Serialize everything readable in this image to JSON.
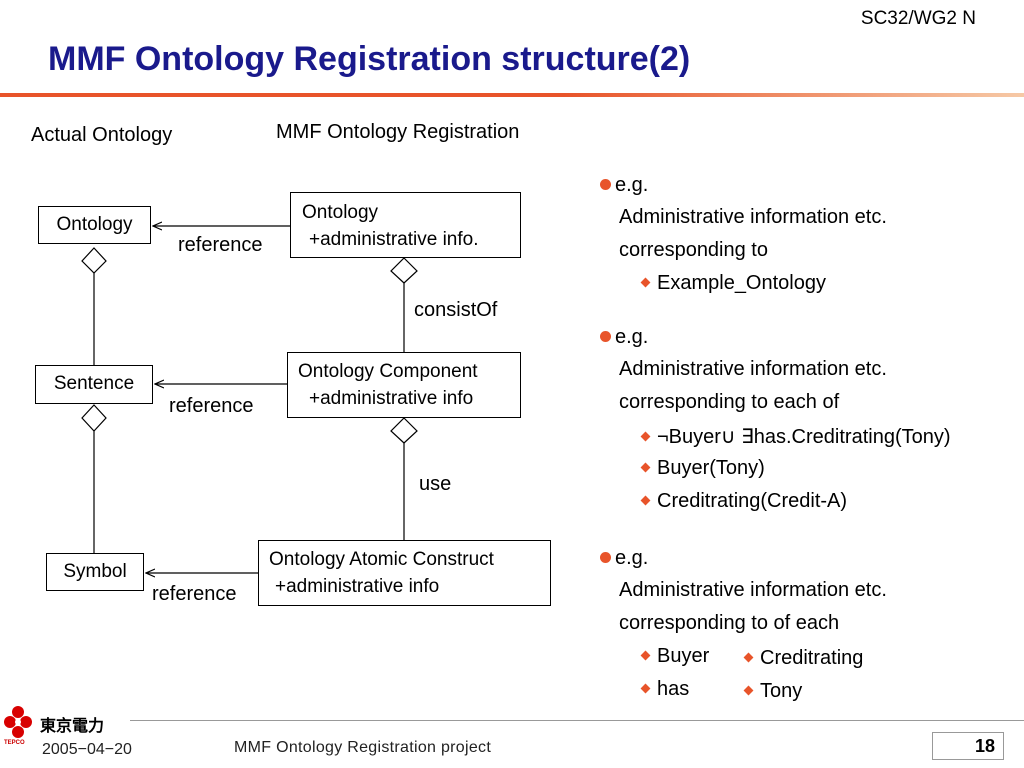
{
  "header": {
    "doc_id": "SC32/WG2 N",
    "title": "MMF Ontology Registration structure(2)"
  },
  "diagram": {
    "left_heading": "Actual Ontology",
    "right_heading": "MMF Ontology Registration",
    "actual": {
      "ontology": "Ontology",
      "sentence": "Sentence",
      "symbol": "Symbol"
    },
    "mmf": {
      "ontology_line1": "Ontology",
      "ontology_line2": "+administrative info.",
      "component_line1": "Ontology Component",
      "component_line2": "+administrative info",
      "atomic_line1": "Ontology Atomic Construct",
      "atomic_line2": "+administrative info"
    },
    "edges": {
      "reference_1": "reference",
      "reference_2": "reference",
      "reference_3": "reference",
      "consist_of": "consistOf",
      "use": "use"
    }
  },
  "notes": [
    {
      "eg": "e.g.",
      "line1": "Administrative information etc.",
      "line2": "corresponding to",
      "items": [
        "Example_Ontology"
      ]
    },
    {
      "eg": "e.g.",
      "line1": "Administrative information etc.",
      "line2": "corresponding to each of",
      "items": [
        "¬Buyer∪ ∃has.Creditrating(Tony)",
        "Buyer(Tony)",
        "Creditrating(Credit-A)"
      ]
    },
    {
      "eg": "e.g.",
      "line1": "Administrative information etc.",
      "line2": "corresponding to of each",
      "items_left": [
        "Buyer",
        "has"
      ],
      "items_right": [
        "Creditrating",
        "Tony"
      ]
    }
  ],
  "footer": {
    "logo_text": "東京電力",
    "logo_sub": "TEPCO",
    "date": "2005−04−20",
    "project": "MMF Ontology Registration project",
    "page": "18"
  },
  "colors": {
    "title": "#1a1a8c",
    "accent": "#e8542a"
  }
}
